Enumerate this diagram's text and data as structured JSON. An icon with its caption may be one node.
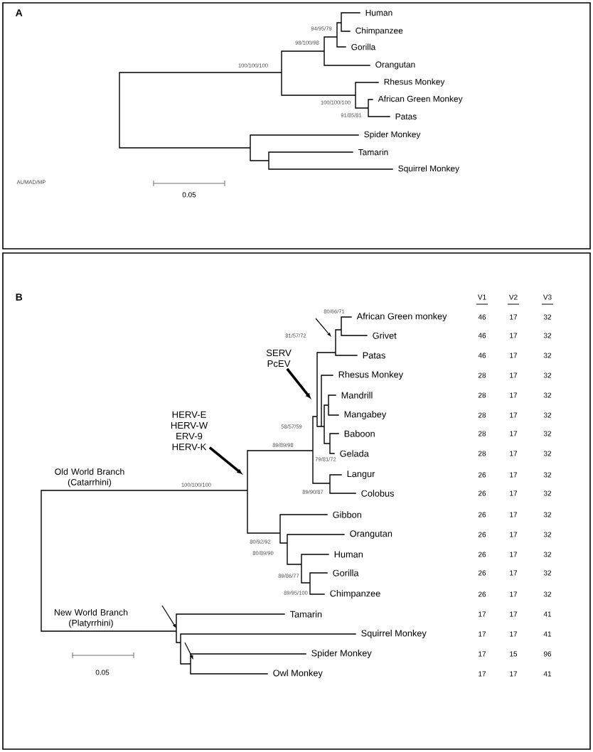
{
  "diagram": {
    "nodes": [
      {
        "text": [
          "HERV-E",
          "HERV-W",
          "ERV-9",
          "HERV-K"
        ]
      },
      {
        "text": [
          "SERV",
          "PcEV"
        ]
      }
    ],
    "edges": [
      {
        "from": 0,
        "to": null,
        "arrow": "to"
      },
      {
        "from": 1,
        "to": null,
        "arrow": "to"
      }
    ],
    "labels": [
      "A",
      "Human",
      "Chimpanzee",
      "Gorilla",
      "Orangutan",
      "Rhesus Monkey",
      "African Green Monkey",
      "Patas",
      "Spider Monkey",
      "Tamarin",
      "Squirrel Monkey",
      "94/95/79",
      "98/100/98",
      "100/100/100",
      "100/100/100",
      "91/85/81",
      "AUMAD/MP",
      "0.05",
      "B",
      "V1",
      "V2",
      "V3",
      "African Green monkey",
      "46",
      "17",
      "32",
      "Grivet",
      "46",
      "17",
      "32",
      "Patas",
      "46",
      "17",
      "32",
      "Rhesus Monkey",
      "28",
      "17",
      "32",
      "Mandrill",
      "28",
      "17",
      "32",
      "Mangabey",
      "28",
      "17",
      "32",
      "Baboon",
      "28",
      "17",
      "32",
      "Gelada",
      "28",
      "17",
      "32",
      "Langur",
      "26",
      "17",
      "32",
      "Colobus",
      "26",
      "17",
      "32",
      "Gibbon",
      "26",
      "17",
      "32",
      "Orangutan",
      "26",
      "17",
      "32",
      "Human",
      "26",
      "17",
      "32",
      "Gorilla",
      "26",
      "17",
      "32",
      "Chimpanzee",
      "26",
      "17",
      "32",
      "Tamarin",
      "17",
      "17",
      "41",
      "Squirrel Monkey",
      "17",
      "17",
      "41",
      "Spider Monkey",
      "17",
      "15",
      "96",
      "Owl Monkey",
      "17",
      "17",
      "41",
      "80/66/71",
      "81/57/72",
      "58/57/59",
      "89/89/98",
      "79/81/72",
      "100/100/100",
      "89/90/87",
      "80/92/92",
      "80/89/90",
      "89/86/77",
      "89/95/100",
      "Old World Branch (Catarrhini)",
      "New World Branch (Platyrrhini)",
      "0.05"
    ]
  }
}
